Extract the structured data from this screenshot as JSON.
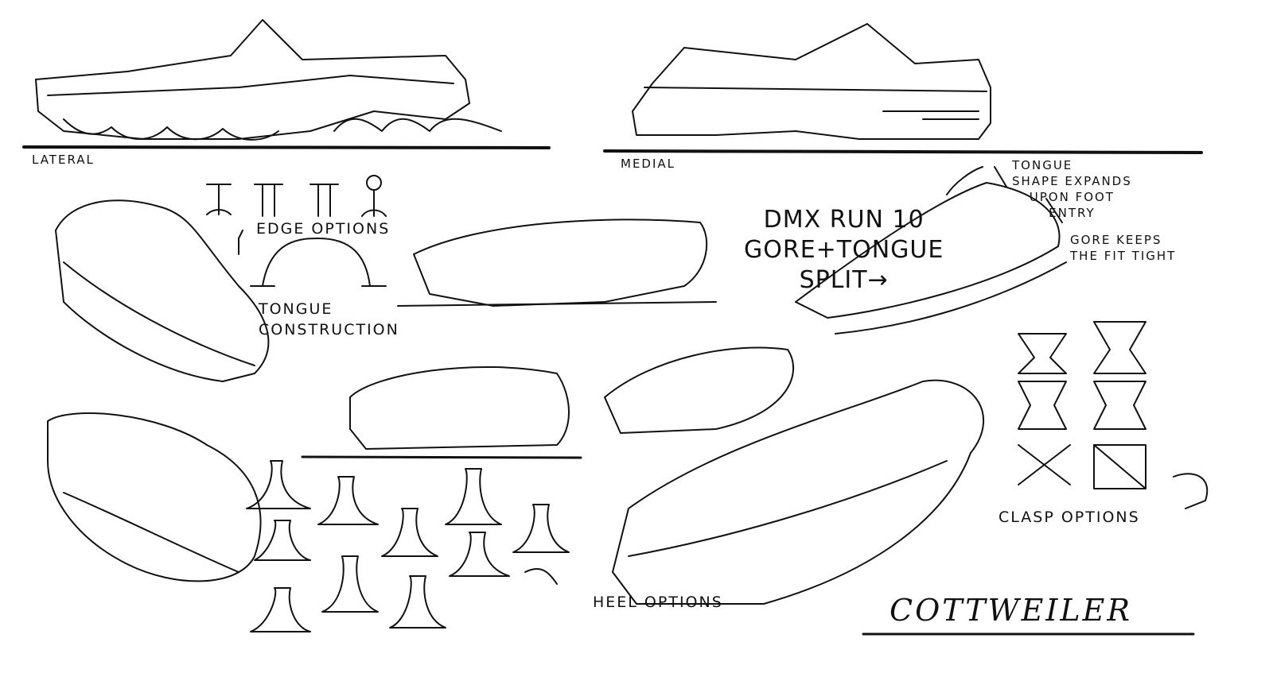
{
  "labels": {
    "lateral": "LATERAL",
    "medial": "MEDIAL",
    "edge_options": "EDGE OPTIONS",
    "tongue_construction": [
      "TONGUE",
      "CONSTRUCTION"
    ],
    "dmx": [
      "DMX RUN 10",
      "GORE+TONGUE",
      "SPLIT→"
    ],
    "tongue_shape": [
      "TONGUE",
      "SHAPE EXPANDS",
      "UPON FOOT",
      "ENTRY"
    ],
    "gore_keeps": [
      "GORE KEEPS",
      "THE FIT TIGHT"
    ],
    "clasp_options": "CLASP OPTIONS",
    "heel_options": "HEEL OPTIONS"
  },
  "signature": "COTTWEILER"
}
